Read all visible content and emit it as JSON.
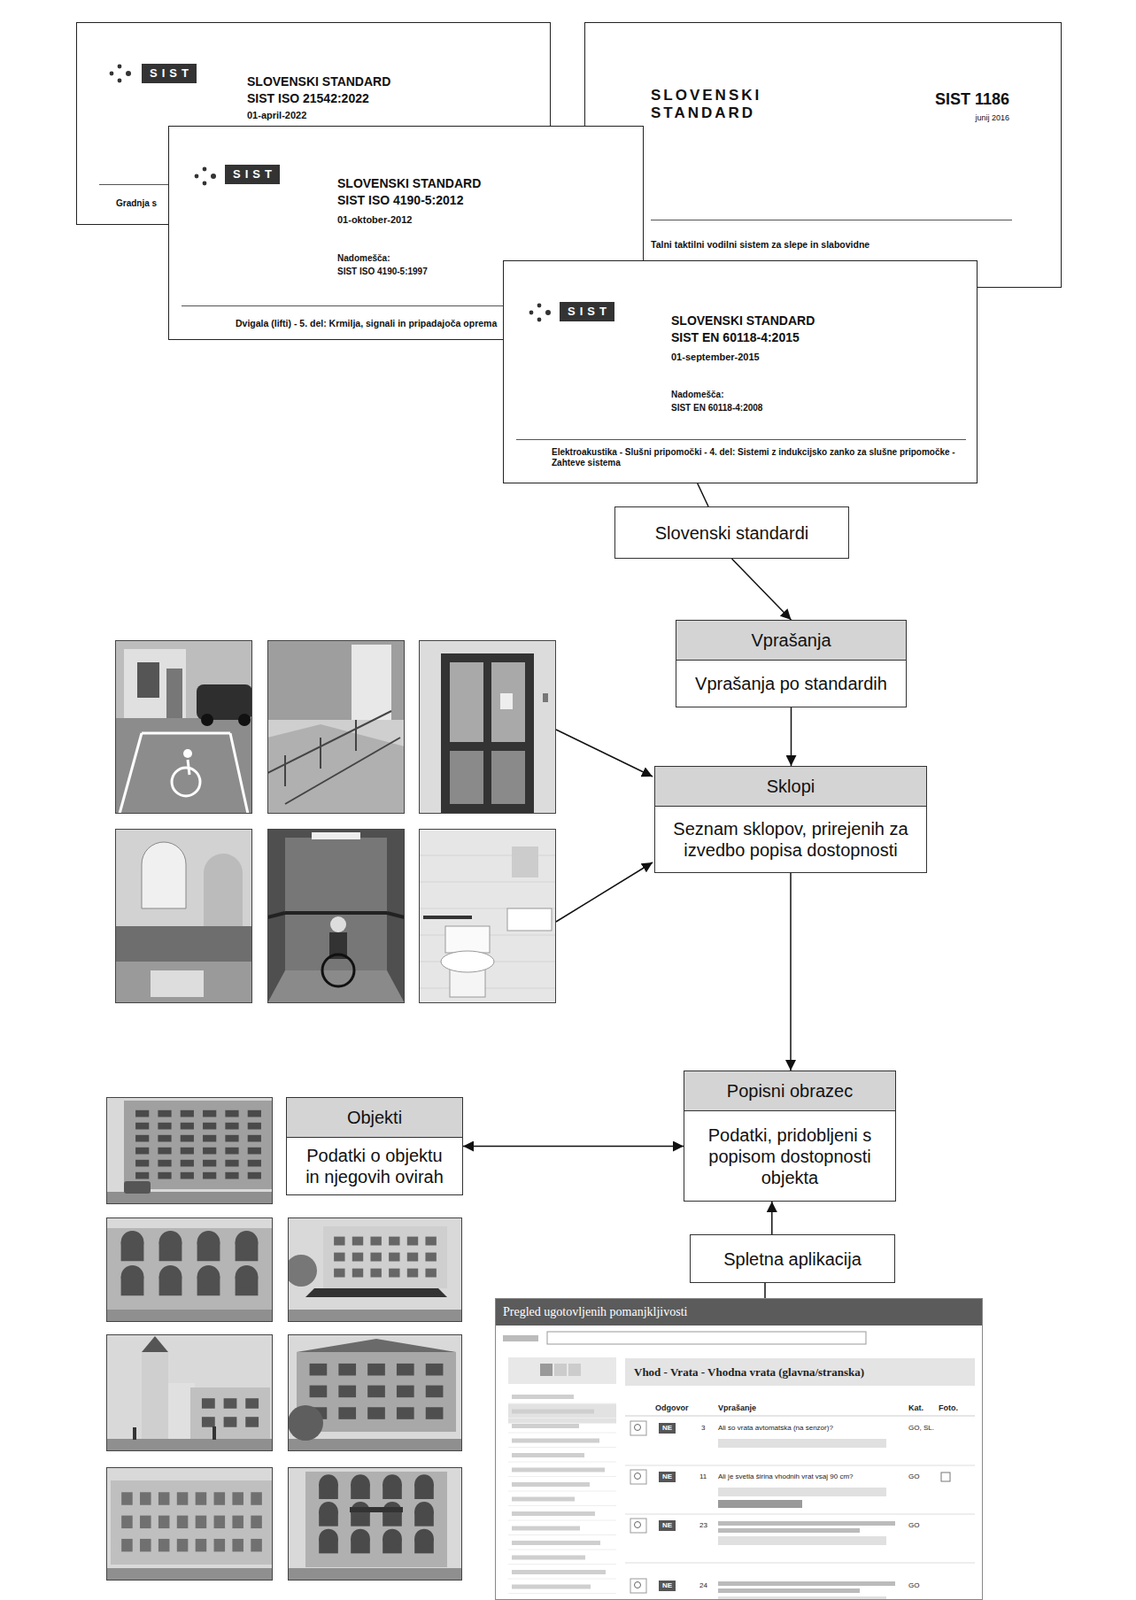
{
  "diagram": {
    "nodes": [
      {
        "text": [
          "SIST",
          "SLOVENSKI STANDARD",
          "SIST ISO 21542:2022",
          "01-april-2022",
          "Gradnja s"
        ]
      },
      {
        "text": [
          "SLOVENSKI STANDARD",
          "SIST 1186",
          "junij 2016",
          "Talni taktilni vodilni sistem za slepe in slabovidne"
        ]
      },
      {
        "text": [
          "SIST",
          "SLOVENSKI STANDARD",
          "SIST ISO 4190-5:2012",
          "01-oktober-2012",
          "Nadomešča:",
          "SIST ISO 4190-5:1997",
          "Dvigala (lifti) - 5. del: Krmilja, signali in pripadajoča oprema"
        ]
      },
      {
        "text": [
          "SIST",
          "SLOVENSKI STANDARD",
          "SIST EN 60118-4:2015",
          "01-september-2015",
          "Nadomešča:",
          "SIST EN 60118-4:2008",
          "Elektroakustika - Slušni pripomočki - 4. del: Sistemi z indukcijsko zanko za slušne pripomočke - Zahteve sistema"
        ]
      },
      {
        "text": [
          "Slovenski standardi"
        ]
      },
      {
        "text": [
          "Vprašanja",
          "Vprašanja po standardih"
        ]
      },
      {
        "text": [
          "Sklopi",
          "Seznam sklopov, prirejenih za izvedbo popisa dostopnosti"
        ]
      },
      {
        "text": [
          "Objekti",
          "Podatki o objektu in njegovih ovirah"
        ]
      },
      {
        "text": [
          "Popisni obrazec",
          "Podatki, pridobljeni s popisom dostopnosti objekta"
        ]
      },
      {
        "text": [
          "Spletna aplikacija"
        ]
      }
    ],
    "edges": [
      {
        "from": 3,
        "to": 4,
        "arrow": "none"
      },
      {
        "from": 4,
        "to": 5,
        "arrow": "to"
      },
      {
        "from": 5,
        "to": 6,
        "arrow": "to"
      },
      {
        "from": 6,
        "to": 8,
        "arrow": "to"
      },
      {
        "from": 7,
        "to": 8,
        "arrow": "both"
      },
      {
        "from": 9,
        "to": 8,
        "arrow": "to"
      }
    ],
    "labels": [
      "Pregled ugotovljenih pomanjkljivosti",
      "Vhod - Vrata - Vhodna vrata (glavna/stranska)",
      "Odgovor",
      "Vprašanje",
      "Kat.",
      "Foto.",
      "NE",
      "3",
      "Ali so vrata avtomatska (na senzor)?",
      "GO, SL.",
      "NE",
      "11",
      "Ali je svetla širina vhodnih vrat vsaj 90 cm?",
      "GO",
      "NE",
      "23",
      "GO",
      "NE",
      "24",
      "GO"
    ]
  }
}
